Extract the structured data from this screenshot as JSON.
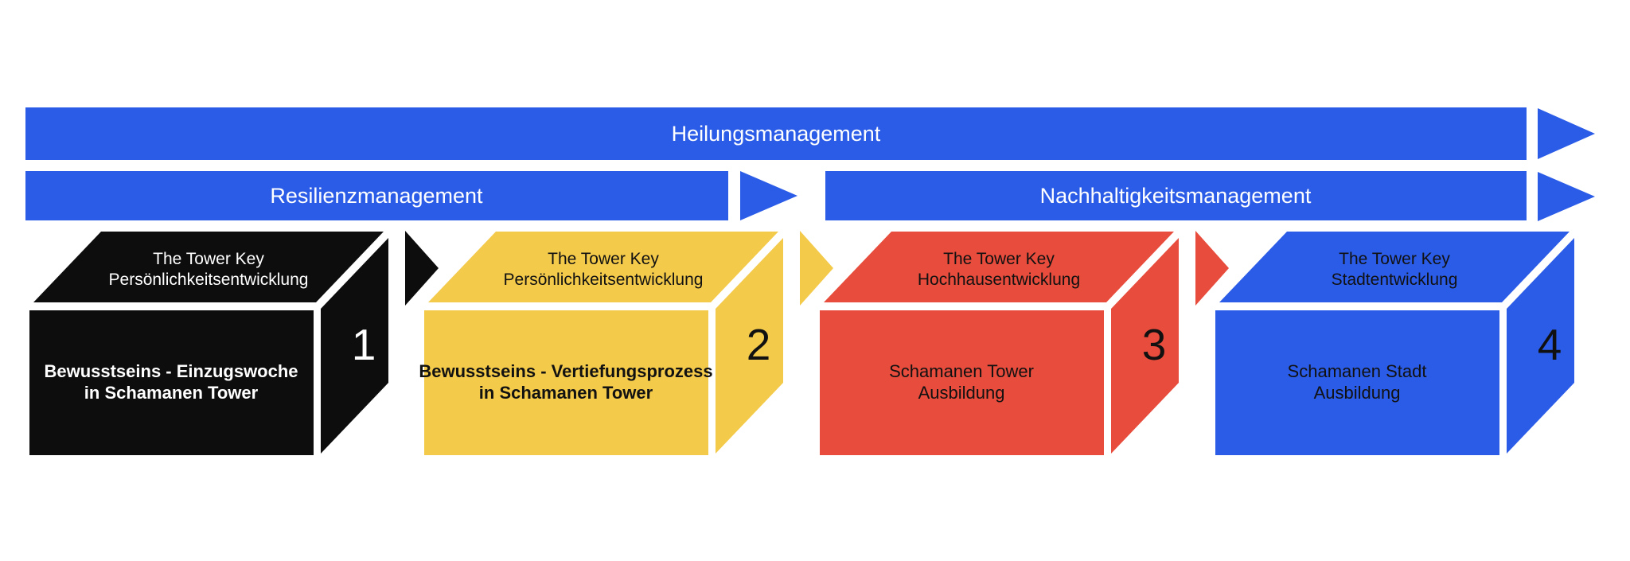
{
  "colors": {
    "blue": "#2B5CE7",
    "yellow": "#F4CA4B",
    "red": "#E74C3C",
    "black": "#0D0D0D",
    "white": "#FFFFFF"
  },
  "banners": {
    "top": {
      "label": "Heilungsmanagement"
    },
    "left": {
      "label": "Resilienzmanagement"
    },
    "right": {
      "label": "Nachhaltigkeitsmanagement"
    }
  },
  "boxes": [
    {
      "number": "1",
      "color": "#0D0D0D",
      "text_color": "#FFFFFF",
      "top_line1": "The Tower Key",
      "top_line2": "Persönlichkeitsentwicklung",
      "front_line1": "Bewusstseins - Einzugswoche",
      "front_line2": "in Schamanen Tower"
    },
    {
      "number": "2",
      "color": "#F4CA4B",
      "text_color": "#111111",
      "top_line1": "The Tower Key",
      "top_line2": "Persönlichkeitsentwicklung",
      "front_line1": "Bewusstseins - Vertiefungsprozess",
      "front_line2": "in Schamanen Tower"
    },
    {
      "number": "3",
      "color": "#E74C3C",
      "text_color": "#111111",
      "top_line1": "The Tower Key",
      "top_line2": "Hochhausentwicklung",
      "front_line1": "Schamanen Tower",
      "front_line2": "Ausbildung"
    },
    {
      "number": "4",
      "color": "#2B5CE7",
      "text_color": "#111111",
      "top_line1": "The Tower Key",
      "top_line2": "Stadtentwicklung",
      "front_line1": "Schamanen Stadt",
      "front_line2": "Ausbildung"
    }
  ]
}
